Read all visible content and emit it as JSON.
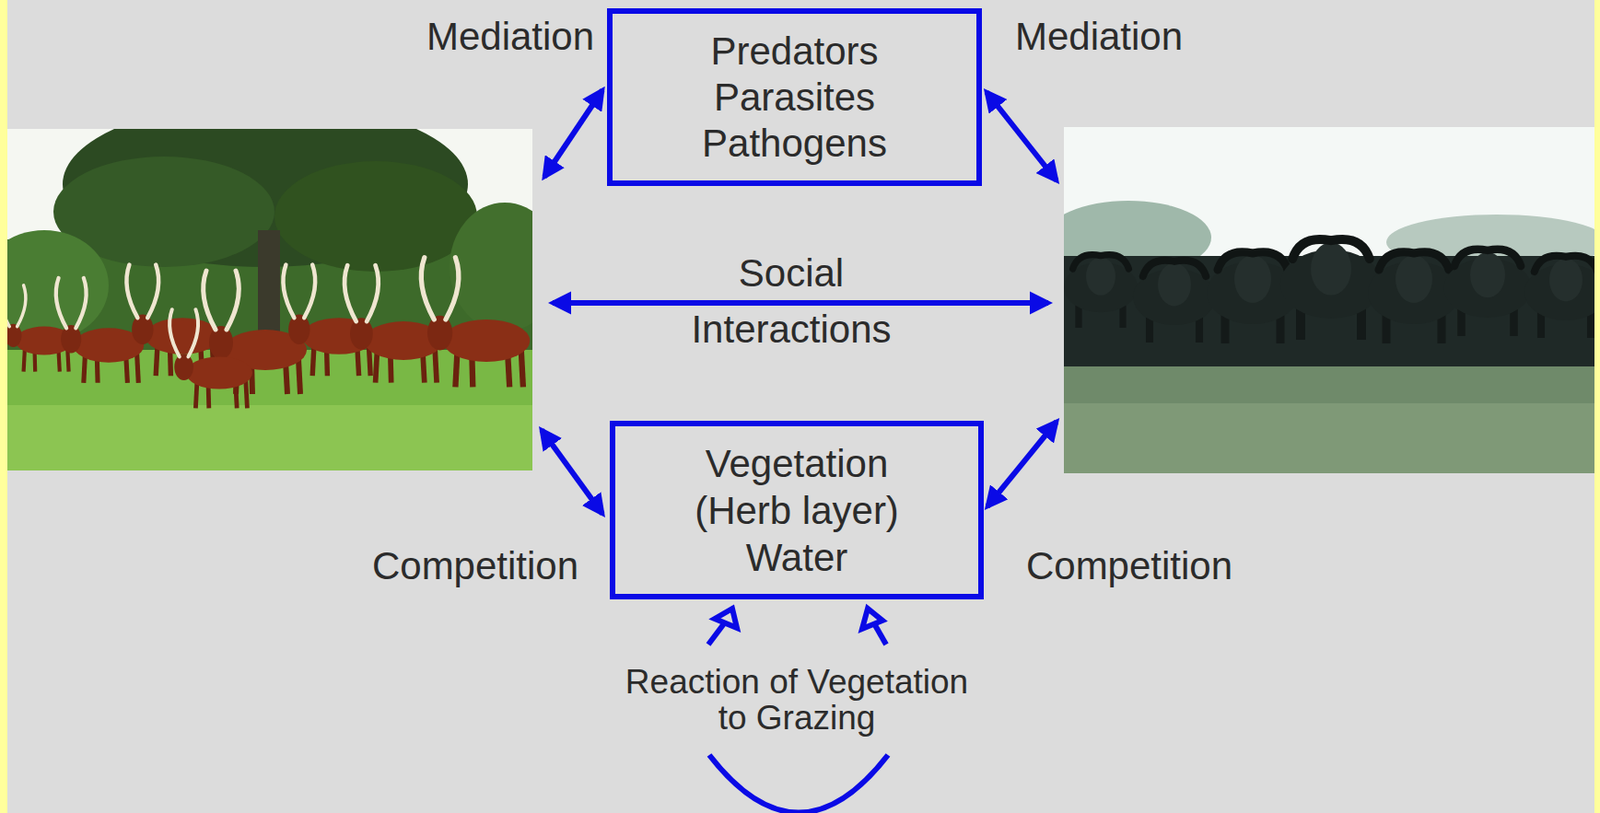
{
  "diagram": {
    "nodes": [
      {
        "text": [
          "Predators",
          "Parasites",
          "Pathogens"
        ]
      },
      {
        "text": [
          "Vegetation (Herb layer)",
          "Water"
        ]
      }
    ],
    "labels": [
      "Mediation",
      "Mediation",
      "Social",
      "Interactions",
      "Competition",
      "Competition",
      "Reaction of Vegetation to Grazing"
    ]
  }
}
